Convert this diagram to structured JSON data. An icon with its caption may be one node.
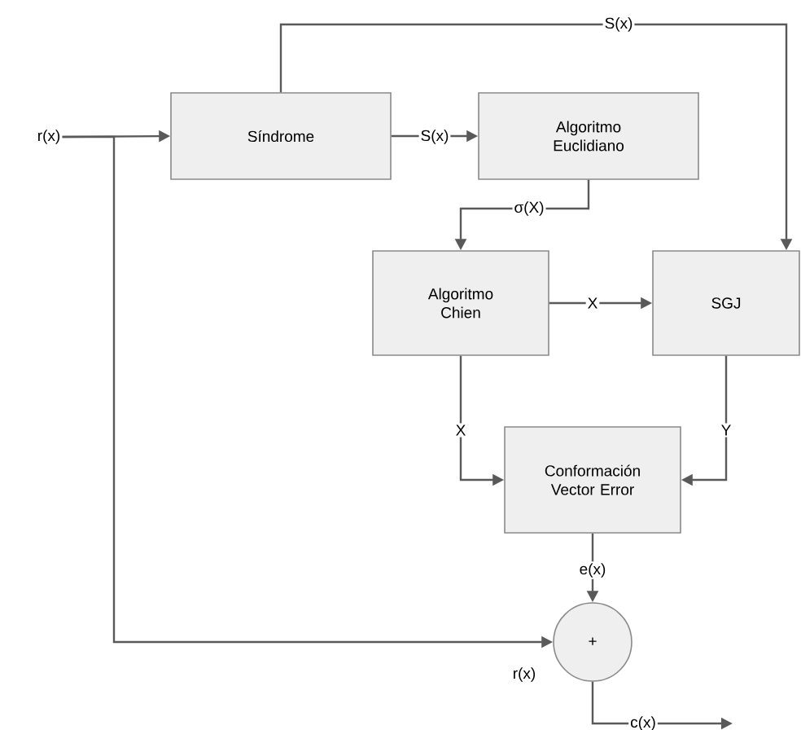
{
  "diagram": {
    "nodes": [
      {
        "text": [
          "r(x)"
        ]
      },
      {
        "text": [
          "Síndrome"
        ]
      },
      {
        "text": [
          "Algoritmo Euclidiano"
        ]
      },
      {
        "text": [
          "Algoritmo Chien"
        ]
      },
      {
        "text": [
          "SGJ"
        ]
      },
      {
        "text": [
          "Conformación Vector Error"
        ]
      },
      {
        "text": [
          "+"
        ]
      }
    ],
    "edges": [
      {
        "from": 0,
        "to": 1,
        "arrow": "to"
      },
      {
        "from": 0,
        "to": 6,
        "arrow": "to",
        "label": "r(x)"
      },
      {
        "from": 1,
        "to": 2,
        "arrow": "to",
        "label": "S(x)"
      },
      {
        "from": 1,
        "to": 4,
        "arrow": "to",
        "label": "S(x)"
      },
      {
        "from": 2,
        "to": 3,
        "arrow": "to",
        "label": "σ(X)"
      },
      {
        "from": 3,
        "to": 4,
        "arrow": "to",
        "label": "X"
      },
      {
        "from": 3,
        "to": 5,
        "arrow": "to",
        "label": "X"
      },
      {
        "from": 4,
        "to": 5,
        "arrow": "to",
        "label": "Y"
      },
      {
        "from": 5,
        "to": 6,
        "arrow": "to",
        "label": "e(x)"
      },
      {
        "from": 6,
        "to": null,
        "arrow": "to",
        "label": "c(x)"
      }
    ]
  }
}
